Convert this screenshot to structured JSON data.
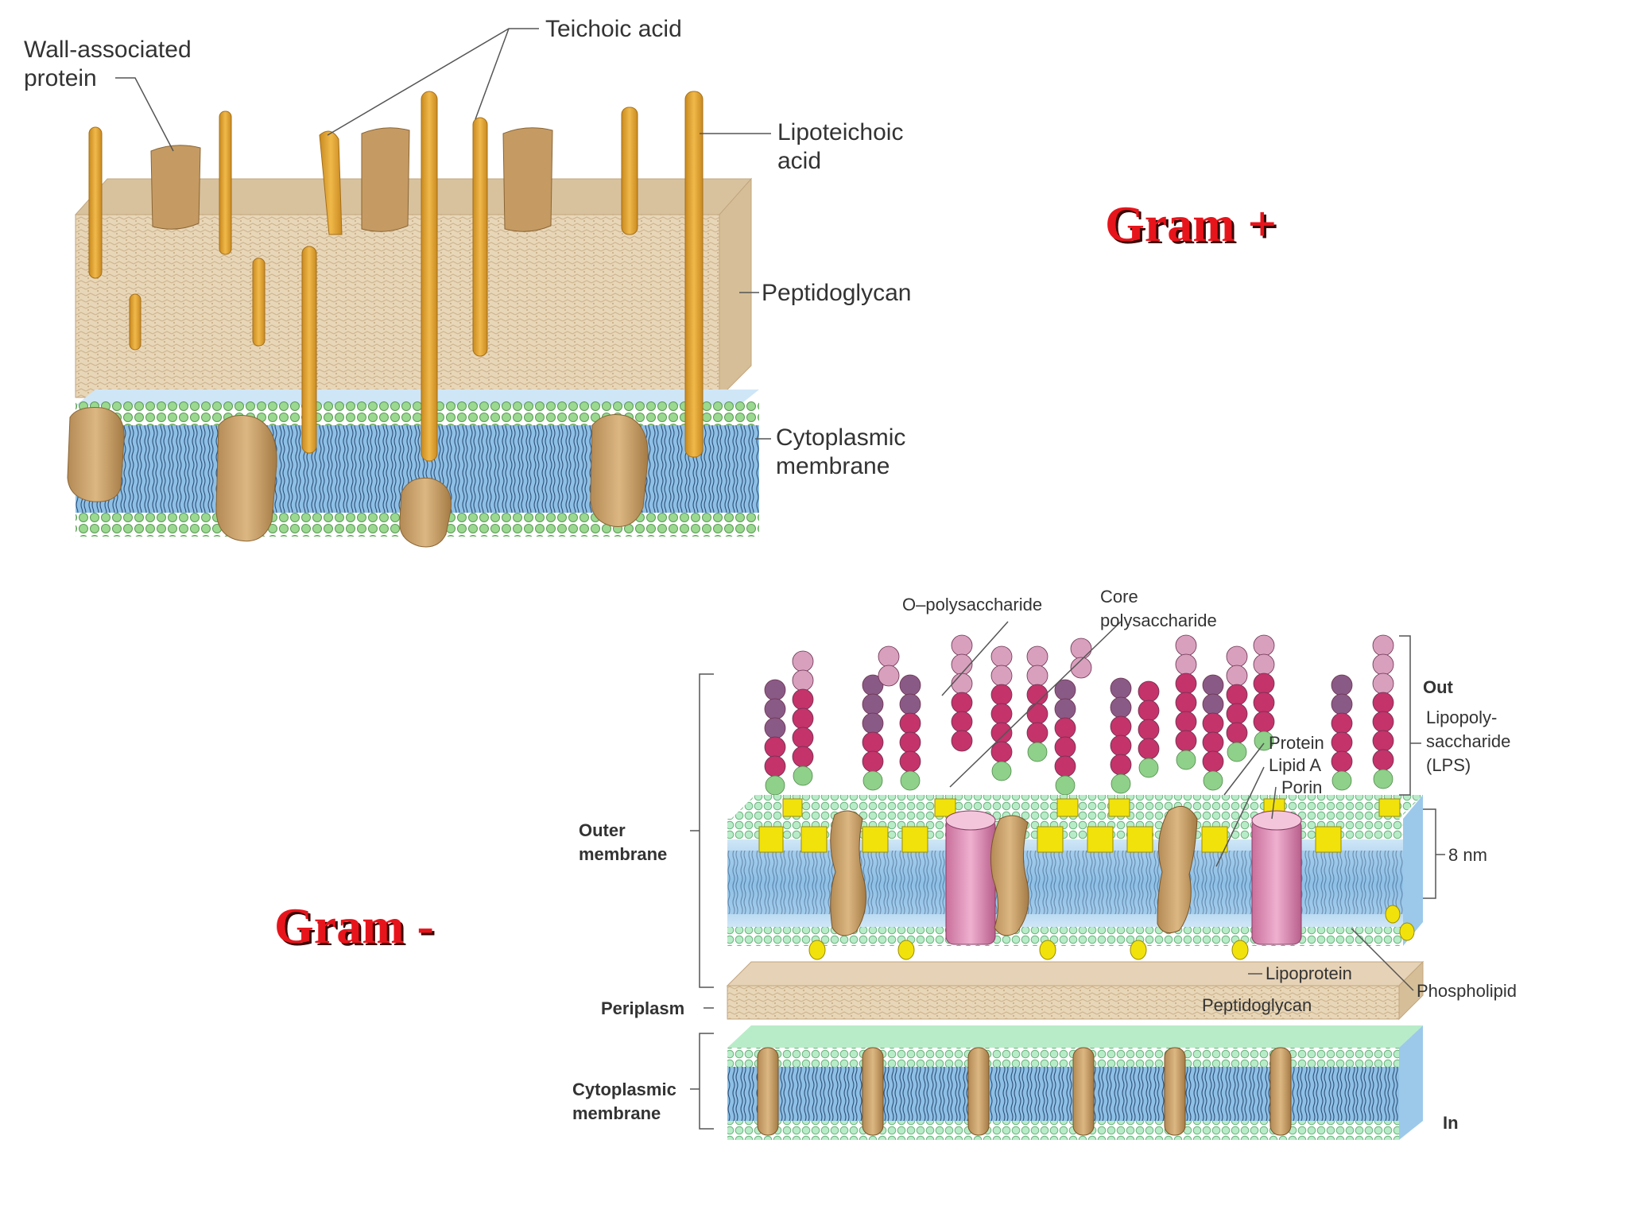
{
  "gram_positive": {
    "title": "Gram +",
    "labels": {
      "wall_protein_1": "Wall-associated",
      "wall_protein_2": "protein",
      "teichoic": "Teichoic acid",
      "lipoteichoic_1": "Lipoteichoic",
      "lipoteichoic_2": "acid",
      "peptidoglycan": "Peptidoglycan",
      "cytoplasmic_1": "Cytoplasmic",
      "cytoplasmic_2": "membrane"
    }
  },
  "gram_negative": {
    "title": "Gram -",
    "labels": {
      "o_poly": "O–polysaccharide",
      "core_1": "Core",
      "core_2": "polysaccharide",
      "out": "Out",
      "lps_1": "Lipopoly-",
      "lps_2": "saccharide",
      "lps_3": "(LPS)",
      "protein": "Protein",
      "lipid_a": "Lipid A",
      "porin": "Porin",
      "outer_1": "Outer",
      "outer_2": "membrane",
      "thickness": "8 nm",
      "lipoprotein": "Lipoprotein",
      "phospholipid": "Phospholipid",
      "peptidoglycan": "Peptidoglycan",
      "periplasm": "Periplasm",
      "cytoplasmic_1": "Cytoplasmic",
      "cytoplasmic_2": "membrane",
      "in": "In"
    }
  },
  "colors": {
    "title_red": "#e8141b",
    "peptidoglycan": "#e8d6b8",
    "teichoic": "#e0a53a",
    "membrane_blue": "#6fa8d6",
    "lipid_head_green": "#8fd08a",
    "protein_tan": "#d7b37f",
    "lps_magenta": "#c4336a",
    "lps_purple": "#8a5a86",
    "lps_pink": "#d9a0bd",
    "lipid_a_yellow": "#f2e20c",
    "porin_pink": "#e39ac0"
  }
}
